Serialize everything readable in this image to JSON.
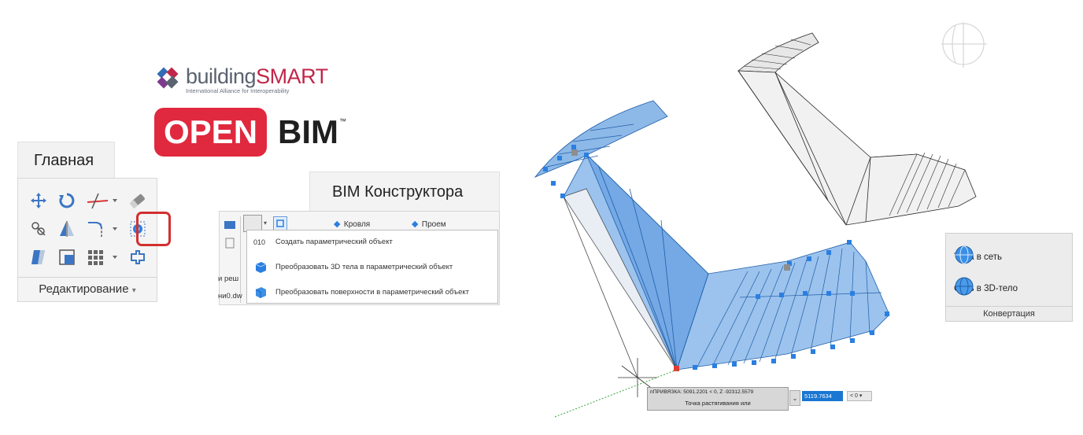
{
  "logo": {
    "brand_prefix": "building",
    "brand_suffix": "SMART",
    "tagline": "International Alliance for Interoperability",
    "open": "OPEN",
    "bim": "BIM",
    "tm": "™"
  },
  "main_tab": {
    "label": "Главная",
    "panel_label": "Редактирование",
    "panel_arrow": "▾"
  },
  "bim_tab": {
    "label": "BIM Конструктора",
    "roof_button": "Кровля",
    "opening_button": "Проем",
    "code_label": "010",
    "side_text_1": "и реш",
    "side_text_2": "ни0.dw",
    "menu": [
      {
        "label": "Создать параметрический объект"
      },
      {
        "label": "Преобразовать 3D тела в параметрический объект"
      },
      {
        "label": "Преобразовать поверхности в параметрический объект"
      }
    ]
  },
  "convert_panel": {
    "mesh_button": "Тела в сеть",
    "solid_button": "Сеть в 3D-тело",
    "panel_label": "Конвертация"
  },
  "command": {
    "line1": "пПРИВЯЗКА: 5091.2201 < 0, Z -92312.5579",
    "line2": "Точка растягивания или",
    "dropdown": "⌄",
    "value": "5119.7634",
    "angle": "< 0",
    "angle_arrow": "▾"
  },
  "colors": {
    "accent_red": "#d32f2f",
    "selection_blue": "#3d8de0",
    "openbim_red": "#e0293e"
  }
}
